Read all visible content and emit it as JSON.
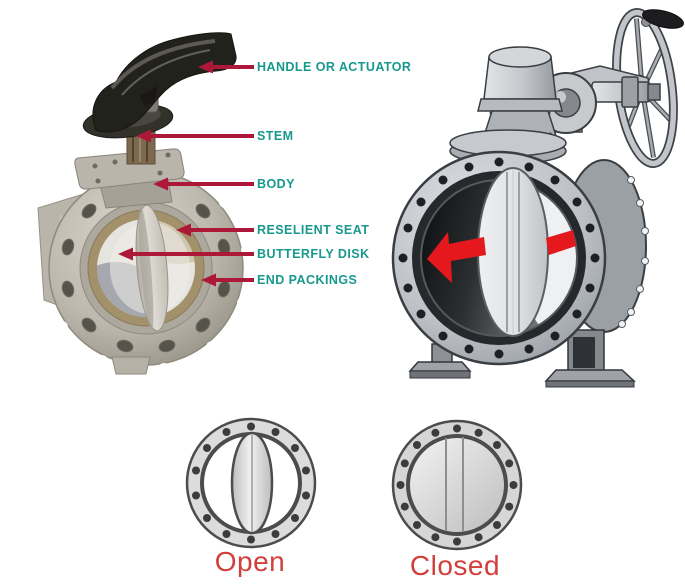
{
  "figure": {
    "type": "butterfly-valve-parts-diagram",
    "background_color": "#ffffff",
    "callouts": {
      "text_color": "#17998d",
      "arrow_color": "#ad1839",
      "items": [
        {
          "label": "HANDLE OR ACTUATOR"
        },
        {
          "label": "STEM"
        },
        {
          "label": "BODY"
        },
        {
          "label": "RESELIENT SEAT"
        },
        {
          "label": "BUTTERFLY DISK"
        },
        {
          "label": "END PACKINGS"
        }
      ]
    },
    "flow_arrow": {
      "color": "#e5181e",
      "direction": "left"
    },
    "position_labels": {
      "text_color": "#d23f3a",
      "open": "Open",
      "closed": "Closed"
    },
    "illustrations": [
      {
        "name": "labeled-valve-photo",
        "description_icon": "butterfly-valve-with-lever-handle"
      },
      {
        "name": "valve-3d-illustration",
        "description_icon": "butterfly-valve-with-handwheel-gear"
      },
      {
        "name": "valve-open-schematic",
        "description_icon": "disc-edge-on-open"
      },
      {
        "name": "valve-closed-schematic",
        "description_icon": "disc-face-on-closed"
      }
    ]
  }
}
